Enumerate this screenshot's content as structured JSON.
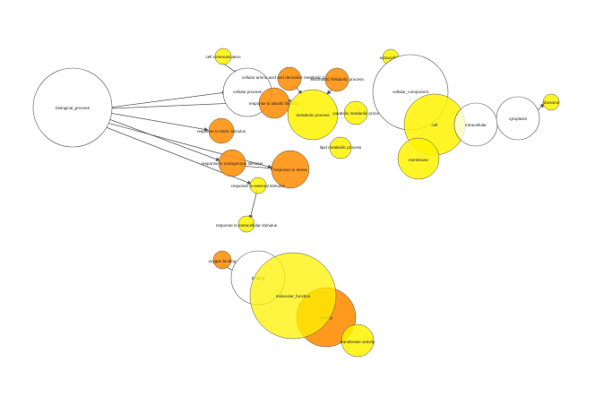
{
  "colors": {
    "white": "#ffffff",
    "yellow": "#fff200",
    "orange": "#ff8c00",
    "stroke": "#555555",
    "edge": "#5a5a5a"
  },
  "labels": {
    "biological_process": "biological_process",
    "cell_communication": "cell communication",
    "cellular_process": "cellular process",
    "cellular_amino_acid": "cellular amino acid and derivative metabolic process",
    "secondary_metabolic": "secondary metabolic process",
    "response_abiotic": "response to abiotic stimulus",
    "metabolic_process": "metabolic process",
    "catabolic_process": "catabolic metabolic proce",
    "lipid_metabolic": "lipid metabolic process",
    "response_biotic": "response to biotic stimulus",
    "response_endogenous": "response to endogenous stimulus",
    "response_stress": "response to stress",
    "response_external": "response to external stimulus",
    "response_extracellular": "response to extracellular stimulus",
    "extracellular": "extracellular",
    "cellular_component": "cellular_component",
    "cell": "cell",
    "intracellular": "intracellular",
    "cytoplasm": "cytoplasm",
    "ribosome": "ribosome",
    "membrane": "membrane",
    "oxygen_binding": "oxygen binding",
    "binding": "binding",
    "molecular_function": "molecular_function",
    "activity": "activity",
    "transferase_activity": "transferase activity"
  }
}
